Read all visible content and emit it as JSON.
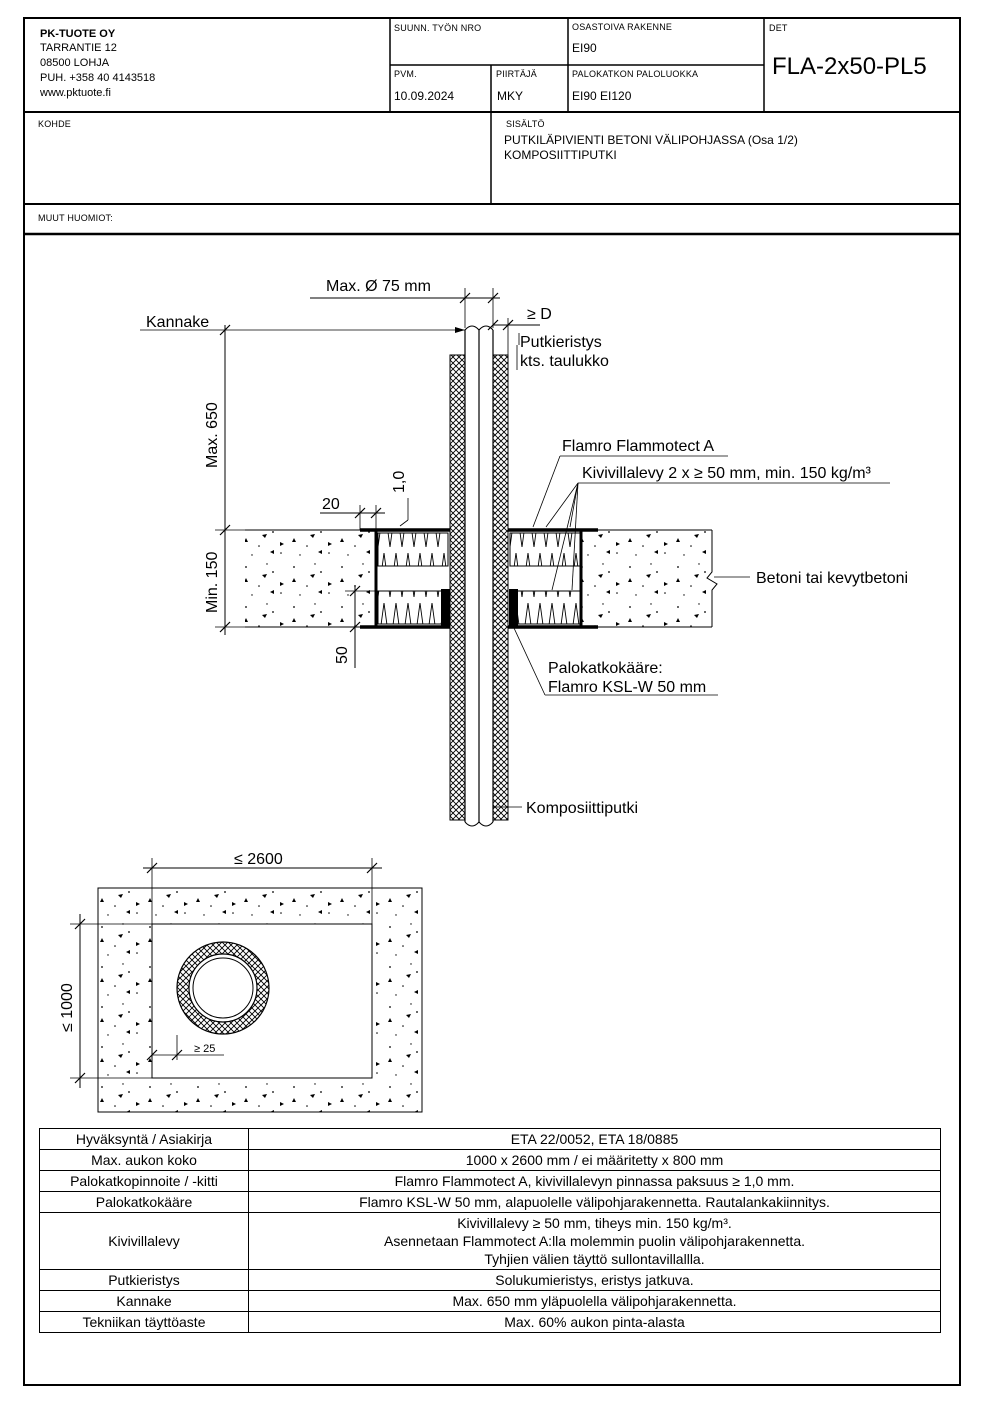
{
  "company": {
    "name": "PK-TUOTE OY",
    "address1": "TARRANTIE 12",
    "address2": "08500 LOHJA",
    "phone": "PUH. +358 40 4143518",
    "web": "www.pktuote.fi"
  },
  "header": {
    "work_no_label": "SUUNN. TYÖN NRO",
    "work_no": "",
    "structure_label": "OSASTOIVA RAKENNE",
    "structure": "EI90",
    "det_label": "DET",
    "det": "FLA-2x50-PL5",
    "date_label": "PVM.",
    "date": "10.09.2024",
    "drawer_label": "PIIRTÄJÄ",
    "drawer": "MKY",
    "fire_class_label": "PALOKATKON PALOLUOKKA",
    "fire_class": "EI90 EI120",
    "object_label": "KOHDE",
    "object": "",
    "contents_label": "SISÄLTÖ",
    "contents_line1": "PUTKILÄPIVIENTI BETONI VÄLIPOHJASSA (Osa 1/2)",
    "contents_line2": "KOMPOSIITTIPUTKI",
    "notes_label": "MUUT HUOMIOT:"
  },
  "section_labels": {
    "max_diameter": "Max. Ø 75 mm",
    "d_min": "≥ D",
    "bracket": "Kannake",
    "insulation1": "Putkieristys",
    "insulation2": "kts. taulukko",
    "flammotect": "Flamro Flammotect A",
    "mineral_wool": "Kivivillalevy 2 x ≥ 50 mm, min. 150 kg/m³",
    "max650": "Max. 650",
    "dim20": "20",
    "dim10": "1,0",
    "min150": "Min. 150",
    "dim50": "50",
    "concrete": "Betoni tai kevytbetoni",
    "collar1": "Palokatkokääre:",
    "collar2": "Flamro KSL-W 50 mm",
    "pipe": "Komposiittiputki"
  },
  "plan_labels": {
    "width": "≤ 2600",
    "height": "≤ 1000",
    "gap": "≥ 25"
  },
  "spec_table": [
    {
      "key": "Hyväksyntä / Asiakirja",
      "value": "ETA 22/0052, ETA 18/0885"
    },
    {
      "key": "Max. aukon koko",
      "value": "1000 x 2600 mm / ei määritetty x 800 mm"
    },
    {
      "key": "Palokatkopinnoite / -kitti",
      "value": "Flamro Flammotect A, kivivillalevyn pinnassa paksuus ≥ 1,0 mm."
    },
    {
      "key": "Palokatkokääre",
      "value": "Flamro KSL-W 50 mm, alapuolelle välipohjarakennetta. Rautalankakiinnitys."
    },
    {
      "key": "Kivivillalevy",
      "value": "Kivivillalevy ≥ 50 mm, tiheys min. 150 kg/m³.\nAsennetaan Flammotect A:lla molemmin puolin välipohjarakennetta.\nTyhjien välien täyttö sullontavillallla."
    },
    {
      "key": "Putkieristys",
      "value": "Solukumieristys, eristys jatkuva."
    },
    {
      "key": "Kannake",
      "value": "Max. 650 mm yläpuolella välipohjarakennetta."
    },
    {
      "key": "Tekniikan täyttöaste",
      "value": "Max. 60% aukon pinta-alasta"
    }
  ]
}
